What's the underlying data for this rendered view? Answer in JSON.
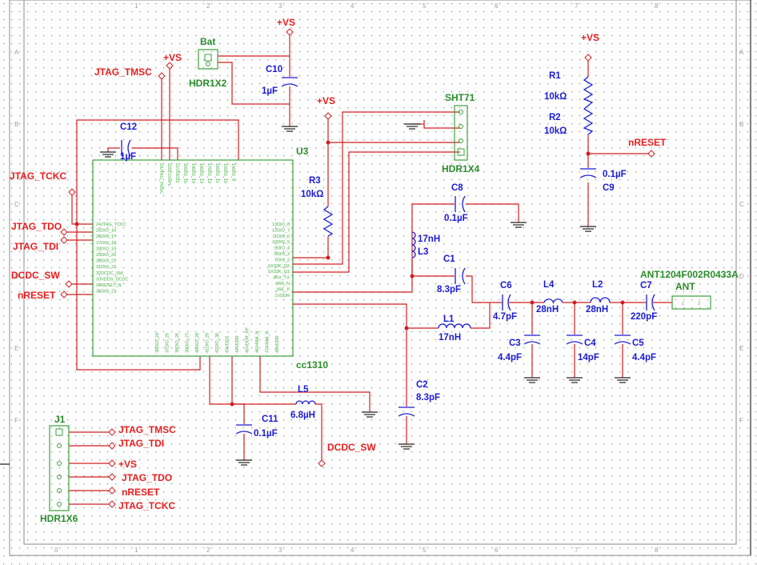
{
  "grid": {
    "columns": [
      "0",
      "1",
      "2",
      "3",
      "4",
      "5",
      "6",
      "7",
      "8"
    ],
    "rows": [
      "A",
      "B",
      "C",
      "D",
      "E",
      "F"
    ]
  },
  "colors": {
    "net": "#e81d1d",
    "value": "#1a1ad6",
    "part": "#2a8c2a",
    "wire": "#d21e1e",
    "ground": "#222222"
  },
  "nets": {
    "vs_top": "+VS",
    "vs_left": "+VS",
    "vs_mid": "+VS",
    "vs_right": "+VS",
    "jtag_tmsc": "JTAG_TMSC",
    "jtag_tckc": "JTAG_TCKC",
    "jtag_tdo": "JTAG_TDO",
    "jtag_tdi": "JTAG_TDI",
    "dcdc_sw": "DCDC_SW",
    "nreset_left": "nRESET",
    "nreset_right": "nRESET",
    "dcdc_sw_bottom": "DCDC_SW"
  },
  "parts": {
    "bat": {
      "ref": "Bat",
      "type": "HDR1X2"
    },
    "sht71": {
      "ref": "SHT71",
      "type": "HDR1X4"
    },
    "u3": {
      "ref": "U3",
      "type": "cc1310"
    },
    "j1": {
      "ref": "J1",
      "type": "HDR1X6"
    },
    "ant": {
      "ref": "ANT",
      "type": "ANT1204F002R0433A"
    }
  },
  "components": {
    "c10": {
      "ref": "C10",
      "value": "1µF"
    },
    "c12": {
      "ref": "C12",
      "value": "1µF"
    },
    "r3": {
      "ref": "R3",
      "value": "10kΩ"
    },
    "c8": {
      "ref": "C8",
      "value": "0.1µF"
    },
    "l3": {
      "ref": "L3",
      "value": "17nH"
    },
    "c1": {
      "ref": "C1",
      "value": "8.3pF"
    },
    "c6": {
      "ref": "C6",
      "value": "4.7pF"
    },
    "l4": {
      "ref": "L4",
      "value": "28nH"
    },
    "l2": {
      "ref": "L2",
      "value": "28nH"
    },
    "c7": {
      "ref": "C7",
      "value": "220pF"
    },
    "l1": {
      "ref": "L1",
      "value": "17nH"
    },
    "c3": {
      "ref": "C3",
      "value": "4.4pF"
    },
    "c4": {
      "ref": "C4",
      "value": "14pF"
    },
    "c5": {
      "ref": "C5",
      "value": "4.4pF"
    },
    "c2": {
      "ref": "C2",
      "value": "8.3pF"
    },
    "l5": {
      "ref": "L5",
      "value": "6.8µH"
    },
    "c11": {
      "ref": "C11",
      "value": "0.1µF"
    },
    "r1": {
      "ref": "R1",
      "value": "10kΩ"
    },
    "r2": {
      "ref": "R2",
      "value": "10kΩ"
    },
    "c9": {
      "ref": "C9",
      "value": "0.1µF"
    }
  },
  "j1_pins": [
    "JTAG_TMSC",
    "JTAG_TDI",
    "+VS",
    "JTAG_TDO",
    "nRESET",
    "JTAG_TCKC"
  ],
  "ant_pins": [
    "1",
    "2"
  ],
  "u3_left_pins": [
    "24JTAG_TCKC",
    "25DIO_16",
    "26DIO_17",
    "27DIO_18",
    "28DIO_19",
    "29DIO_20",
    "30DIO_21",
    "31DIO_22",
    "32DCDC_SW",
    "33VDDS_DCDC",
    "34RESET_N",
    "35DIO_23"
  ],
  "u3_top_pins": [
    "23JTAG_TMSC",
    "22DCOUPL",
    "21VDDS2",
    "20DIO_15",
    "19DIO_14",
    "18DIO_13",
    "17DIO_12",
    "16DIO_11",
    "15DIO_10",
    "14DIO_9"
  ],
  "u3_right_pins": [
    "13DIO_8",
    "12DIO_7",
    "11DIO_6",
    "10DIO_5",
    "9DIO_4",
    "8DIO_3",
    "7DIO_2",
    "6X32K_Q2",
    "5X32K_Q1",
    "4RX_TX",
    "3RF_N",
    "2RF_P",
    "1VDDR"
  ],
  "u3_bottom_pins": [
    "36DIO_24",
    "37DIO_25",
    "38DIO_26",
    "39DIO_27",
    "40DIO_28",
    "41DIO_29",
    "42DIO_30",
    "43VDDS",
    "44VDDR",
    "45VDDR_RF",
    "46X48M_N",
    "47X48M_P",
    "48VDDR"
  ]
}
